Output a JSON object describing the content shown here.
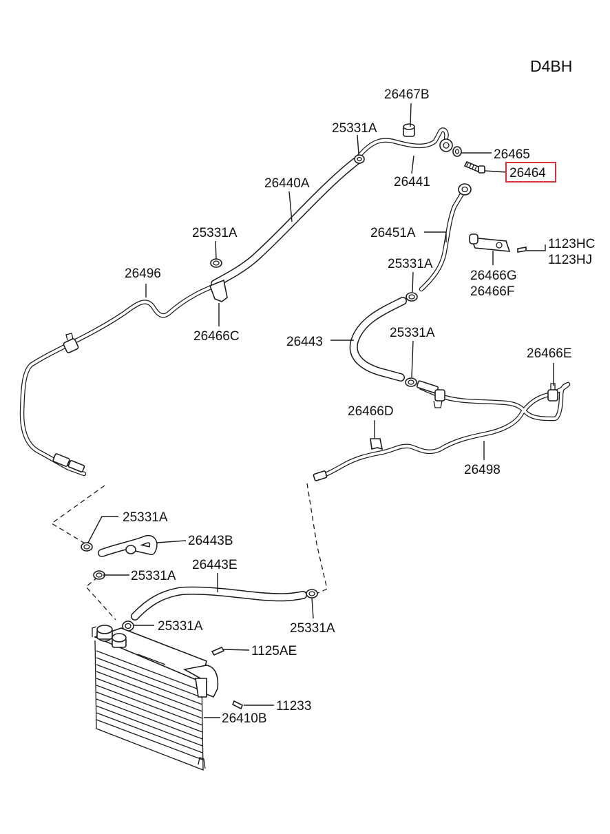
{
  "engine_code": "D4BH",
  "highlight_color": "#d9303a",
  "line_color": "#1a1a1a",
  "labels": {
    "p26467B": "26467B",
    "p25331A_top": "25331A",
    "p26441": "26441",
    "p26465": "26465",
    "p26464": "26464",
    "p26440A": "26440A",
    "p25331A_mid": "25331A",
    "p26451A": "26451A",
    "p1123HC": "1123HC",
    "p1123HJ": "1123HJ",
    "p26466G": "26466G",
    "p26466F": "26466F",
    "p25331A_right": "25331A",
    "p26496": "26496",
    "p26466C": "26466C",
    "p26443": "26443",
    "p25331A_right2": "25331A",
    "p26466E": "26466E",
    "p26466D": "26466D",
    "p26498": "26498",
    "p25331A_low1": "25331A",
    "p26443B": "26443B",
    "p26443E": "26443E",
    "p25331A_low2": "25331A",
    "p25331A_low3": "25331A",
    "p25331A_low4": "25331A",
    "p1125AE": "1125AE",
    "p11233": "11233",
    "p26410B": "26410B"
  },
  "highlighted_part": "26464"
}
